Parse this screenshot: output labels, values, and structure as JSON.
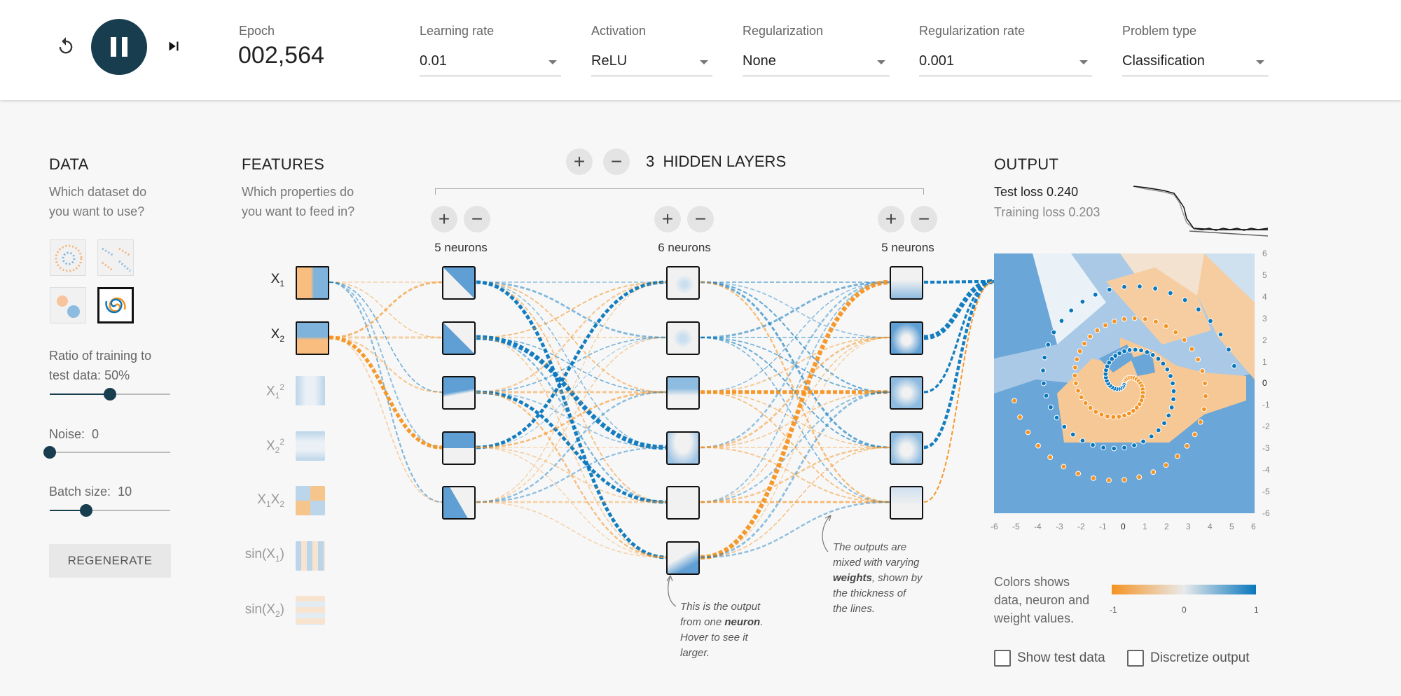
{
  "controls": {
    "epoch_label": "Epoch",
    "epoch_value": "002,564",
    "dropdowns": [
      {
        "label": "Learning rate",
        "value": "0.01"
      },
      {
        "label": "Activation",
        "value": "ReLU"
      },
      {
        "label": "Regularization",
        "value": "None"
      },
      {
        "label": "Regularization rate",
        "value": "0.001"
      },
      {
        "label": "Problem type",
        "value": "Classification"
      }
    ]
  },
  "data_panel": {
    "title": "DATA",
    "question": "Which dataset do you want to use?",
    "ratio_label": "Ratio of training to test data:",
    "ratio_value": "50%",
    "ratio_fraction": 0.5,
    "noise_label": "Noise:",
    "noise_value": "0",
    "noise_fraction": 0.0,
    "batch_label": "Batch size:",
    "batch_value": "10",
    "batch_fraction": 0.3,
    "regenerate": "REGENERATE"
  },
  "features": {
    "title": "FEATURES",
    "question": "Which properties do you want to feed in?",
    "items": [
      {
        "base": "X",
        "sub": "1",
        "sup": "",
        "active": true
      },
      {
        "base": "X",
        "sub": "2",
        "sup": "",
        "active": true
      },
      {
        "base": "X",
        "sub": "1",
        "sup": "2",
        "active": false
      },
      {
        "base": "X",
        "sub": "2",
        "sup": "2",
        "active": false
      },
      {
        "base": "X",
        "sub": "1",
        "base2": "X",
        "sub2": "2",
        "active": false
      },
      {
        "base": "sin(X",
        "sub": "1",
        "close": ")",
        "active": false
      },
      {
        "base": "sin(X",
        "sub": "2",
        "close": ")",
        "active": false
      }
    ]
  },
  "network": {
    "layer_count": "3",
    "hidden_layers_label": "HIDDEN LAYERS",
    "layers": [
      {
        "neurons_label": "5 neurons",
        "count": 5
      },
      {
        "neurons_label": "6 neurons",
        "count": 6
      },
      {
        "neurons_label": "5 neurons",
        "count": 5
      }
    ],
    "annotation_neuron": [
      "This is the output",
      "from one ",
      "neuron",
      ".",
      "Hover to see it",
      "larger."
    ],
    "annotation_weights": [
      "The outputs are",
      "mixed with varying",
      "weights",
      ", shown by",
      "the thickness of",
      "the lines."
    ]
  },
  "output": {
    "title": "OUTPUT",
    "test_loss_label": "Test loss",
    "test_loss_value": "0.240",
    "training_loss_label": "Training loss",
    "training_loss_value": "0.203",
    "y_ticks": [
      "6",
      "5",
      "4",
      "3",
      "2",
      "1",
      "0",
      "-1",
      "-2",
      "-3",
      "-4",
      "-5",
      "-6"
    ],
    "x_ticks": [
      "-6",
      "-5",
      "-4",
      "-3",
      "-2",
      "-1",
      "0",
      "1",
      "2",
      "3",
      "4",
      "5",
      "6"
    ],
    "legend_text": [
      "Colors shows",
      "data, neuron and",
      "weight values."
    ],
    "legend_ticks": [
      "-1",
      "0",
      "1"
    ],
    "show_test_label": "Show test data",
    "discretize_label": "Discretize output"
  },
  "colors": {
    "orange": "#f59322",
    "blue": "#0877bd",
    "dark": "#183d4e"
  }
}
